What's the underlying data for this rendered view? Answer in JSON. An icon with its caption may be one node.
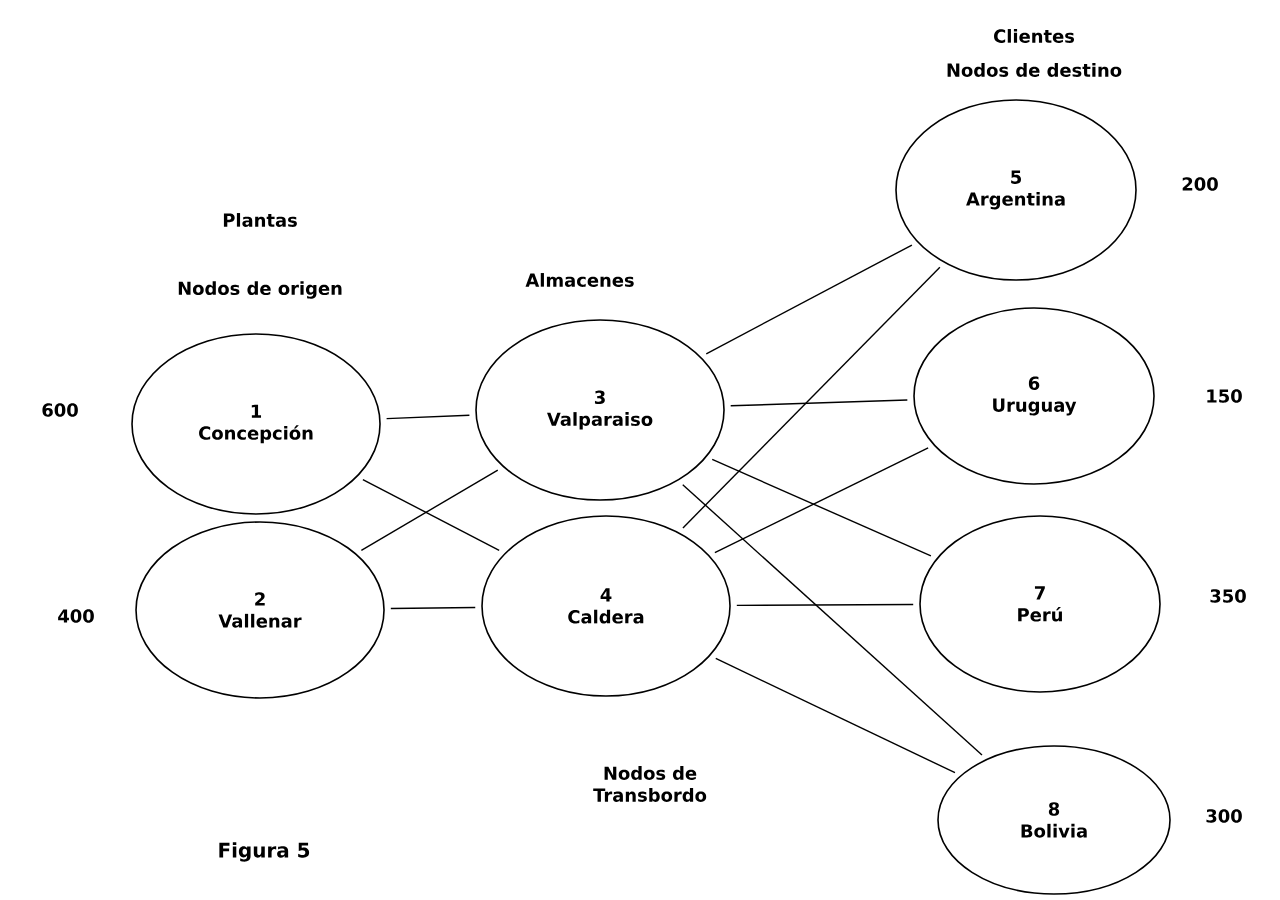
{
  "diagram": {
    "caption": "Figura 5",
    "nodes": [
      {
        "text": [
          "1",
          "Concepción"
        ],
        "beside": [
          "600"
        ]
      },
      {
        "text": [
          "2",
          "Vallenar"
        ],
        "beside": [
          "400"
        ]
      },
      {
        "text": [
          "3",
          "Valparaiso"
        ]
      },
      {
        "text": [
          "4",
          "Caldera"
        ]
      },
      {
        "text": [
          "5",
          "Argentina"
        ],
        "beside": [
          "200"
        ]
      },
      {
        "text": [
          "6",
          "Uruguay"
        ],
        "beside": [
          "150"
        ]
      },
      {
        "text": [
          "7",
          "Perú"
        ],
        "beside": [
          "350"
        ]
      },
      {
        "text": [
          "8",
          "Bolivia"
        ],
        "beside": [
          "300"
        ]
      }
    ],
    "edges": [
      {
        "from": 0,
        "to": 2,
        "arrow": "none"
      },
      {
        "from": 0,
        "to": 3,
        "arrow": "none"
      },
      {
        "from": 1,
        "to": 2,
        "arrow": "none"
      },
      {
        "from": 1,
        "to": 3,
        "arrow": "none"
      },
      {
        "from": 2,
        "to": 4,
        "arrow": "none"
      },
      {
        "from": 2,
        "to": 5,
        "arrow": "none"
      },
      {
        "from": 2,
        "to": 6,
        "arrow": "none"
      },
      {
        "from": 2,
        "to": 7,
        "arrow": "none"
      },
      {
        "from": 3,
        "to": 4,
        "arrow": "none"
      },
      {
        "from": 3,
        "to": 5,
        "arrow": "none"
      },
      {
        "from": 3,
        "to": 6,
        "arrow": "none"
      },
      {
        "from": 3,
        "to": 7,
        "arrow": "none"
      }
    ],
    "labels": [
      "Clientes",
      "Nodos de destino",
      "Plantas",
      "Nodos de origen",
      "Almacenes",
      "Nodos de Transbordo"
    ]
  }
}
